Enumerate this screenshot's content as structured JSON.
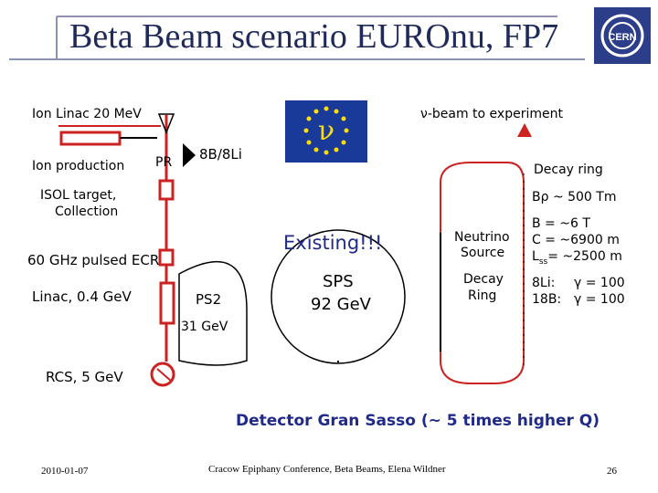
{
  "slide": {
    "title": "Beta Beam scenario EUROnu, FP7",
    "date": "2010-01-07",
    "footer": "Cracow Epiphany Conference, Beta Beams, Elena Wildner",
    "page_number": "26",
    "logo_text": "CERN"
  },
  "labels": {
    "ion_linac": "Ion Linac 20 MeV",
    "ion_production": "Ion production",
    "pr": "PR",
    "isotopes": "8B/8Li",
    "isol": "ISOL target,",
    "collection": "Collection",
    "ecr": "60 GHz pulsed ECR",
    "linac": "Linac, 0.4 GeV",
    "ps2": "PS2",
    "ps2_energy": "31 GeV",
    "rcs": "RCS, 5 GeV",
    "existing": "Existing!!!",
    "sps": "SPS",
    "sps_energy": "92 GeV",
    "nu_beam": "ν-beam to  experiment",
    "decay_ring": "Decay ring",
    "brho": "Bρ ~ 500 Tm",
    "b_field": "B = ~6 T",
    "circumference": "C = ~6900 m",
    "lss_prefix": "L",
    "lss_sub": "ss",
    "lss_value": "= ~2500 m",
    "li_ion": "8Li:",
    "li_gamma": "γ = 100",
    "b_ion": "18B:",
    "b_gamma": "γ = 100",
    "neutrino_source_1": "Neutrino",
    "neutrino_source_2": "Source",
    "decay_ring_label_1": "Decay",
    "decay_ring_label_2": "Ring",
    "detector": "Detector Gran Sasso (~ 5 times higher Q)",
    "eu_flag_symbol": "ν"
  },
  "colors": {
    "title": "#1f2a5a",
    "accent_blue": "#1f2a8a",
    "red": "#cc2222",
    "flag_blue": "#1a3a9a",
    "flag_star": "#ffdd00"
  }
}
